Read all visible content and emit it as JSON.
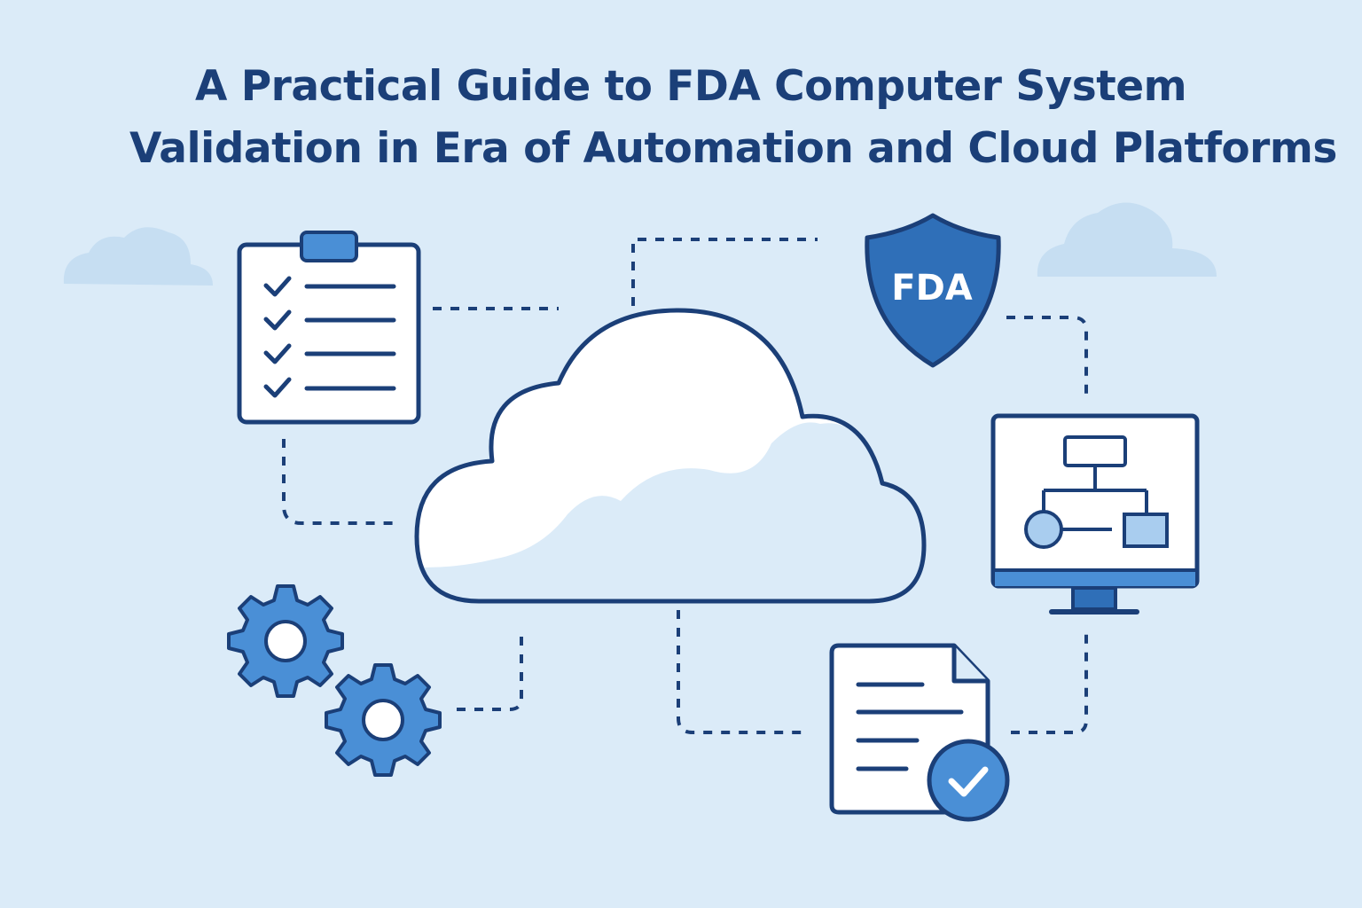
{
  "title": {
    "line1": "A Practical Guide to FDA Computer System",
    "line2": "Validation in Era of Automation and Cloud Platforms"
  },
  "shield": {
    "label": "FDA"
  },
  "colors": {
    "background": "#dbebf8",
    "navy": "#1b3f78",
    "accent_blue": "#4a8fd6",
    "shield_blue": "#2f6fb8",
    "cloud_fill": "#ffffff",
    "cloud_shadow": "#dbebf8",
    "background_cloud": "#c6def2"
  },
  "icons": [
    "checklist-clipboard-icon",
    "fda-shield-icon",
    "central-cloud-icon",
    "gears-icon",
    "flowchart-monitor-icon",
    "approved-document-icon",
    "check-badge-icon"
  ]
}
